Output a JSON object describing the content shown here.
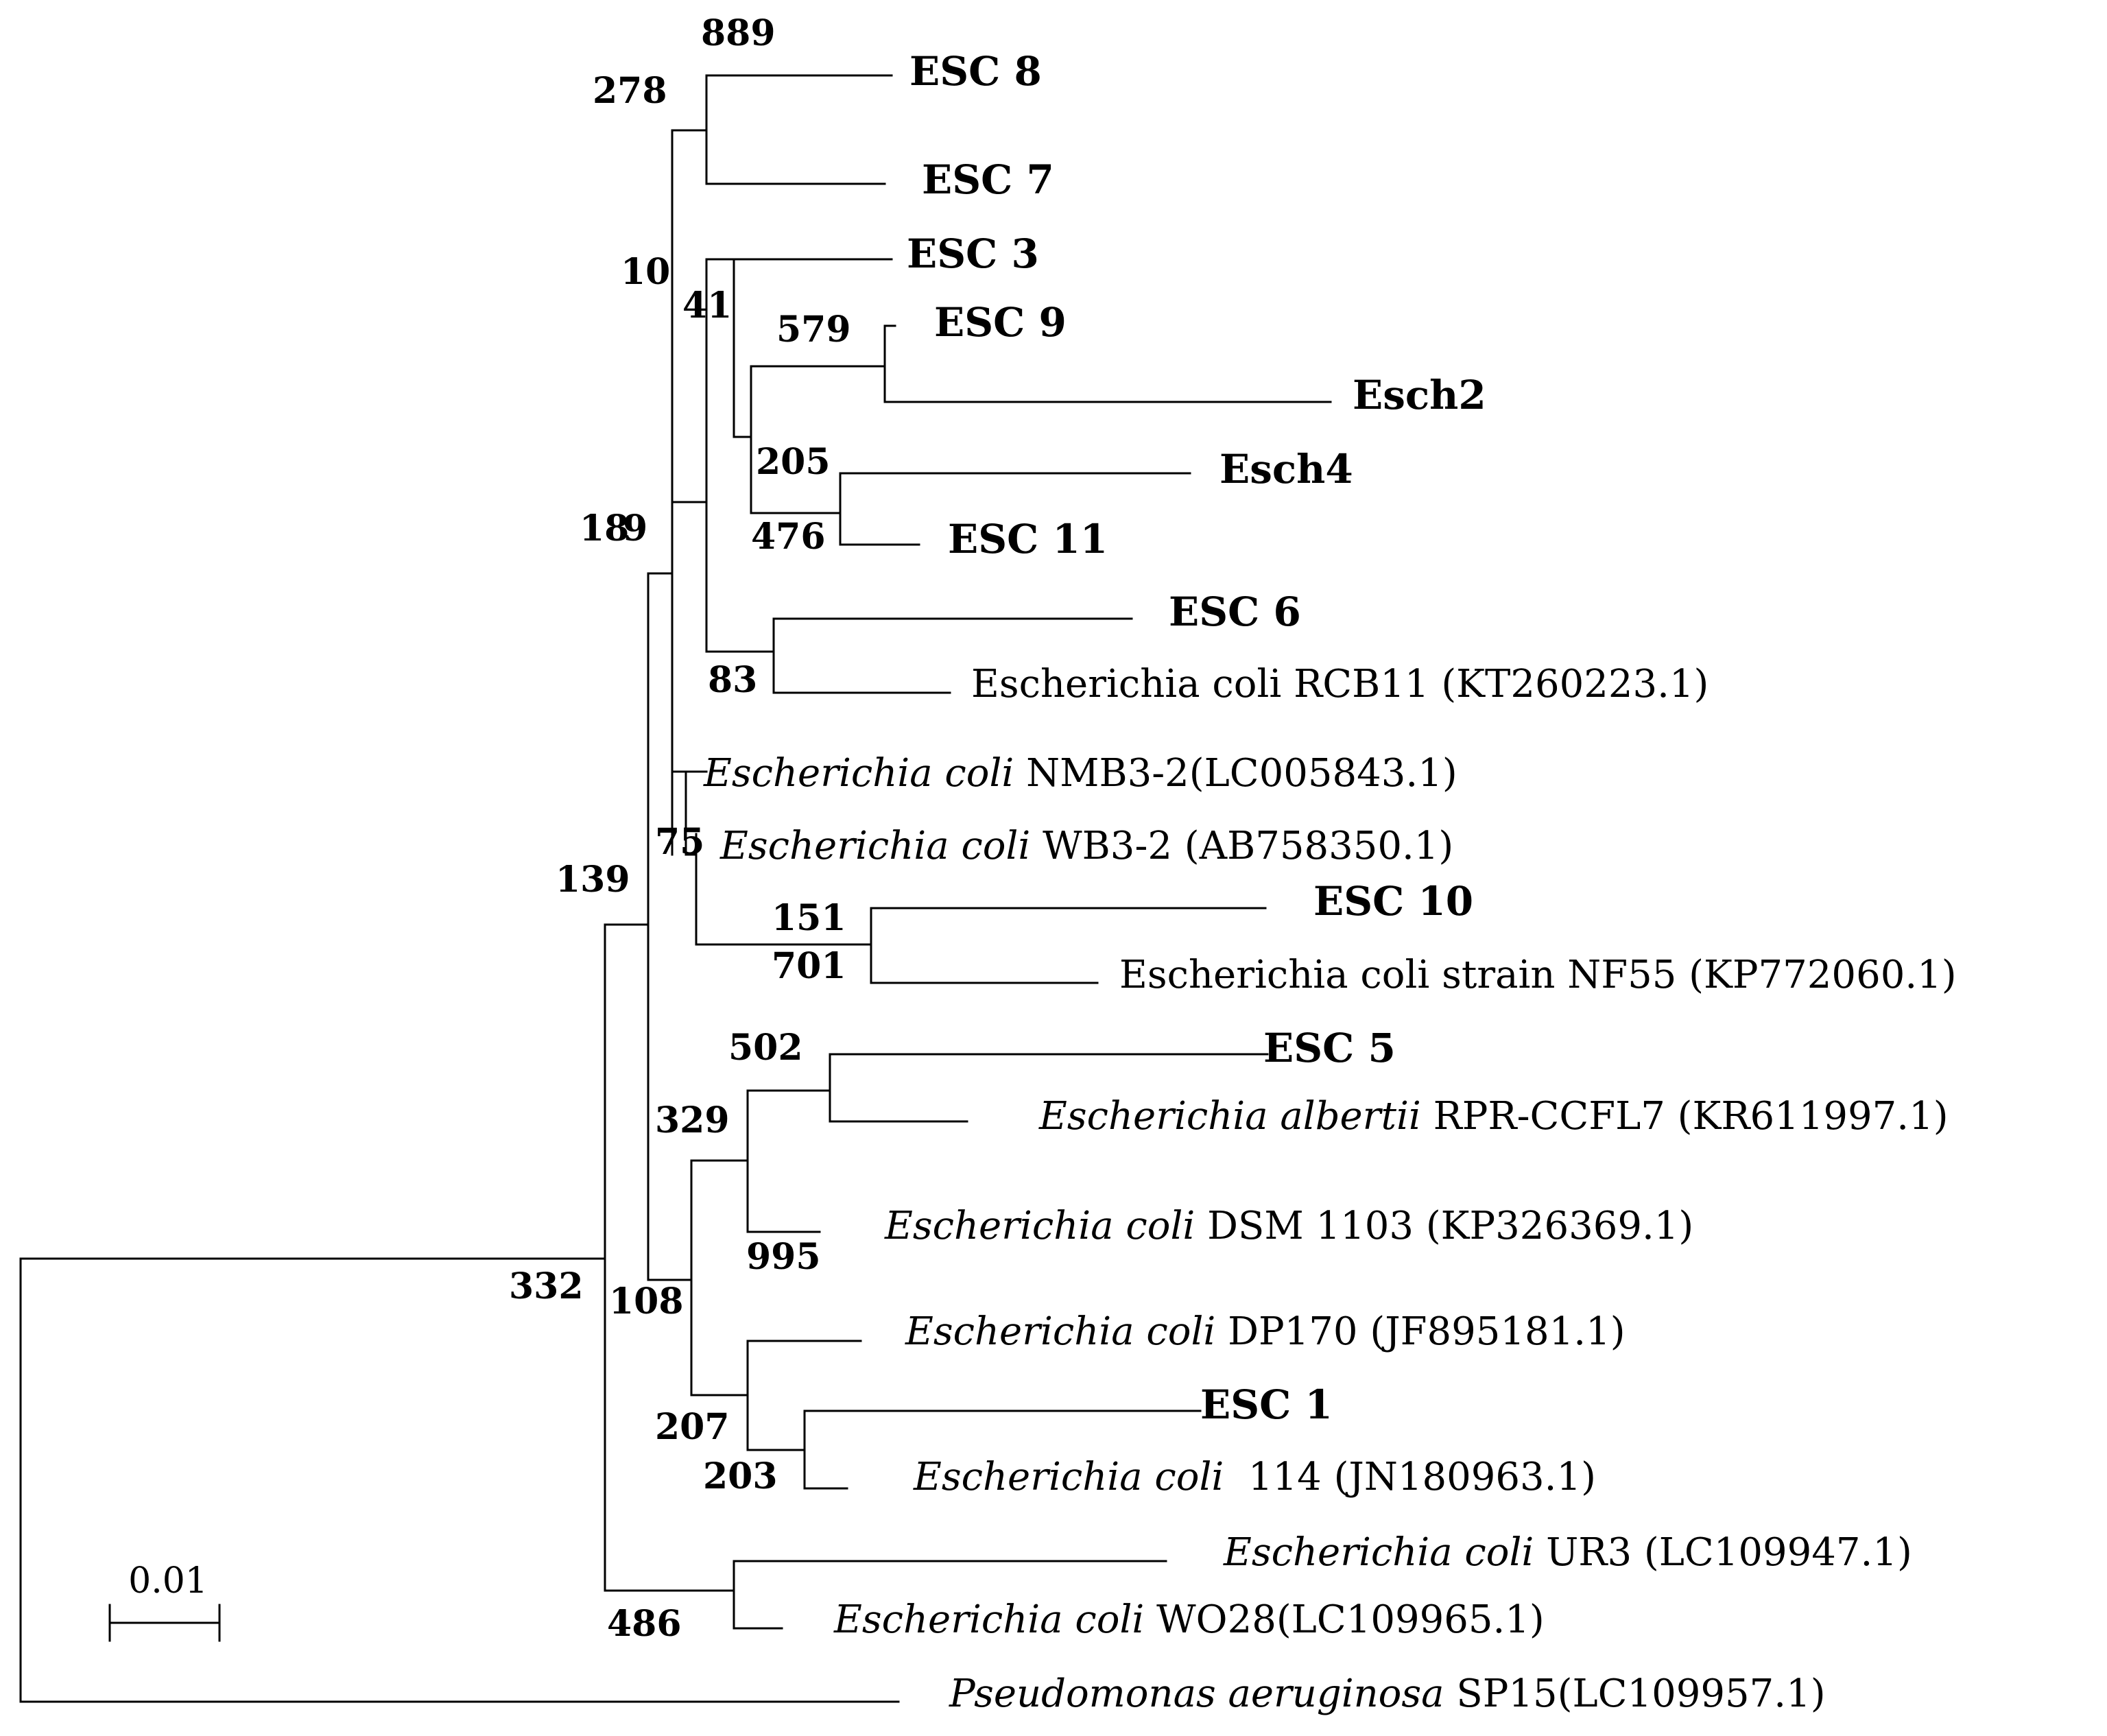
{
  "tree": {
    "scale_bar": {
      "label": "0.01"
    },
    "leaves": {
      "esc8": {
        "main": "ESC 8",
        "bold": true
      },
      "esc7": {
        "main": "ESC 7",
        "bold": true
      },
      "esc3": {
        "main": "ESC 3",
        "bold": true
      },
      "esc9": {
        "main": "ESC 9",
        "bold": true
      },
      "esch2": {
        "main": "Esch2",
        "bold": true
      },
      "esch4": {
        "main": "Esch4",
        "bold": true
      },
      "esc11": {
        "main": "ESC 11",
        "bold": true
      },
      "esc6": {
        "main": "ESC 6",
        "bold": true
      },
      "rcb11": {
        "main": "Escherichia coli RCB11 (KT260223.1)"
      },
      "nmb32": {
        "italic": "Escherichia coli",
        "rest": " NMB3-2(LC005843.1)"
      },
      "wb32": {
        "italic": "Escherichia coli",
        "rest": " WB3-2 (AB758350.1)"
      },
      "esc10": {
        "main": "ESC 10",
        "bold": true
      },
      "nf55": {
        "main": "Escherichia coli strain NF55 (KP772060.1)"
      },
      "esc5": {
        "main": "ESC 5",
        "bold": true
      },
      "albertii": {
        "italic": "Escherichia albertii",
        "rest": " RPR-CCFL7 (KR611997.1)"
      },
      "dsm1103": {
        "italic": "Escherichia coli",
        "rest": " DSM 1103 (KP326369.1)"
      },
      "dp170": {
        "italic": "Escherichia coli",
        "rest": " DP170 (JF895181.1)"
      },
      "esc1": {
        "main": "ESC 1",
        "bold": true
      },
      "e114": {
        "italic": "Escherichia coli",
        "rest": "  114 (JN180963.1)"
      },
      "ur3": {
        "italic": "Escherichia coli",
        "rest": " UR3 (LC109947.1)"
      },
      "wo28": {
        "italic": "Escherichia coli",
        "rest": " WO28(LC109965.1)"
      },
      "pseudo": {
        "italic": "Pseudomonas aeruginosa",
        "rest": " SP15(LC109957.1)"
      }
    },
    "bootstrap": {
      "b889": "889",
      "b278": "278",
      "b10": "10",
      "b41": "41",
      "b579": "579",
      "b205": "205",
      "b476": "476",
      "b18": "18",
      "b9": "9",
      "b83": "83",
      "b75": "75",
      "b139": "139",
      "b151": "151",
      "b701": "701",
      "b502": "502",
      "b329": "329",
      "b995": "995",
      "b332": "332",
      "b108": "108",
      "b207": "207",
      "b203": "203",
      "b486": "486"
    }
  }
}
